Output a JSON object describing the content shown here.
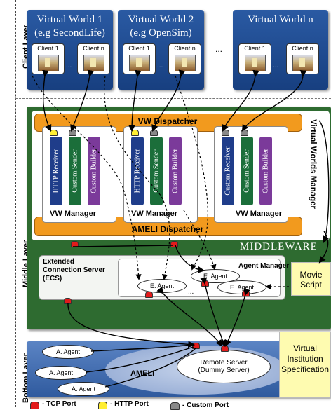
{
  "layers": {
    "client": "Client Layer",
    "middle": "Middle Layer",
    "bottom": "Bottom Layer"
  },
  "virtual_worlds": [
    {
      "line1": "Virtual World 1",
      "line2": "(e.g SecondLife)"
    },
    {
      "line1": "Virtual World 2",
      "line2": "(e.g OpenSim)"
    },
    {
      "line1": "Virtual World n",
      "line2": ""
    }
  ],
  "clients": {
    "first": "Client 1",
    "last": "Client n",
    "between": "..."
  },
  "vw_ellipsis": "...",
  "dispatchers": {
    "vw": "VW Dispatcher",
    "ameli": "AMELI Dispatcher"
  },
  "vw_manager": "VW Manager",
  "components": {
    "http_receiver": "HTTP Receiver",
    "custom_sender": "Custom Sender",
    "custom_builder": "Custom Builder",
    "custom_receiver": "Custom Receiver"
  },
  "virtual_worlds_manager": "Virtual Worlds Manager",
  "middleware": "MIDDLEWARE",
  "ecs": {
    "line1": "Extended",
    "line2": "Connection Server",
    "line3": "(ECS)"
  },
  "agent_manager": "Agent Manager",
  "e_agent": "E. Agent",
  "agent_ellipsis": "...",
  "notes": {
    "movie_script": {
      "line1": "Movie",
      "line2": "Script"
    },
    "vis": {
      "line1": "Virtual",
      "line2": "Institution",
      "line3": "Specification"
    }
  },
  "a_agent": "A. Agent",
  "ameli": "AMELI",
  "remote_server": {
    "line1": "Remote Server",
    "line2": "(Dummy Server)"
  },
  "legend": {
    "tcp": "- TCP Port",
    "http": "- HTTP Port",
    "custom": "- Custom Port"
  },
  "colors": {
    "vw_blue": "#1f4d94",
    "middleware_green": "#2e6b30",
    "orange": "#f29a1e",
    "bottom_blue": "#3e6bb0",
    "note_yellow": "#fefbb0",
    "tcp_red": "#e21b1b",
    "http_yellow": "#ffee33",
    "custom_gray": "#888888"
  }
}
